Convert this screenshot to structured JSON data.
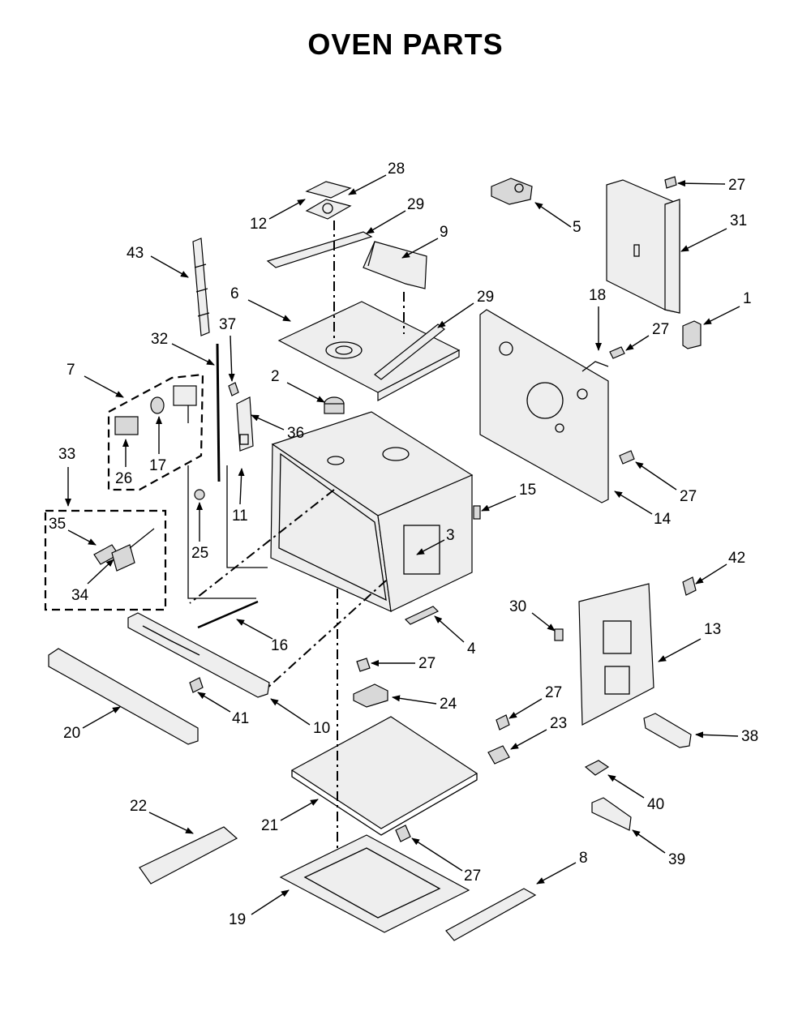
{
  "title": "OVEN PARTS",
  "callouts": [
    {
      "id": "c1",
      "text": "1"
    },
    {
      "id": "c2",
      "text": "2"
    },
    {
      "id": "c3",
      "text": "3"
    },
    {
      "id": "c4",
      "text": "4"
    },
    {
      "id": "c5",
      "text": "5"
    },
    {
      "id": "c6",
      "text": "6"
    },
    {
      "id": "c7",
      "text": "7"
    },
    {
      "id": "c8",
      "text": "8"
    },
    {
      "id": "c9",
      "text": "9"
    },
    {
      "id": "c10",
      "text": "10"
    },
    {
      "id": "c11",
      "text": "11"
    },
    {
      "id": "c12",
      "text": "12"
    },
    {
      "id": "c13",
      "text": "13"
    },
    {
      "id": "c14",
      "text": "14"
    },
    {
      "id": "c15",
      "text": "15"
    },
    {
      "id": "c16",
      "text": "16"
    },
    {
      "id": "c17",
      "text": "17"
    },
    {
      "id": "c18",
      "text": "18"
    },
    {
      "id": "c19",
      "text": "19"
    },
    {
      "id": "c20",
      "text": "20"
    },
    {
      "id": "c21",
      "text": "21"
    },
    {
      "id": "c22",
      "text": "22"
    },
    {
      "id": "c23",
      "text": "23"
    },
    {
      "id": "c24",
      "text": "24"
    },
    {
      "id": "c25",
      "text": "25"
    },
    {
      "id": "c26",
      "text": "26"
    },
    {
      "id": "c27a",
      "text": "27"
    },
    {
      "id": "c27b",
      "text": "27"
    },
    {
      "id": "c27c",
      "text": "27"
    },
    {
      "id": "c27d",
      "text": "27"
    },
    {
      "id": "c27e",
      "text": "27"
    },
    {
      "id": "c27f",
      "text": "27"
    },
    {
      "id": "c28",
      "text": "28"
    },
    {
      "id": "c29a",
      "text": "29"
    },
    {
      "id": "c29b",
      "text": "29"
    },
    {
      "id": "c30",
      "text": "30"
    },
    {
      "id": "c31",
      "text": "31"
    },
    {
      "id": "c32",
      "text": "32"
    },
    {
      "id": "c33",
      "text": "33"
    },
    {
      "id": "c34",
      "text": "34"
    },
    {
      "id": "c35",
      "text": "35"
    },
    {
      "id": "c36",
      "text": "36"
    },
    {
      "id": "c37",
      "text": "37"
    },
    {
      "id": "c38",
      "text": "38"
    },
    {
      "id": "c39",
      "text": "39"
    },
    {
      "id": "c40",
      "text": "40"
    },
    {
      "id": "c41",
      "text": "41"
    },
    {
      "id": "c42",
      "text": "42"
    },
    {
      "id": "c43",
      "text": "43"
    }
  ]
}
